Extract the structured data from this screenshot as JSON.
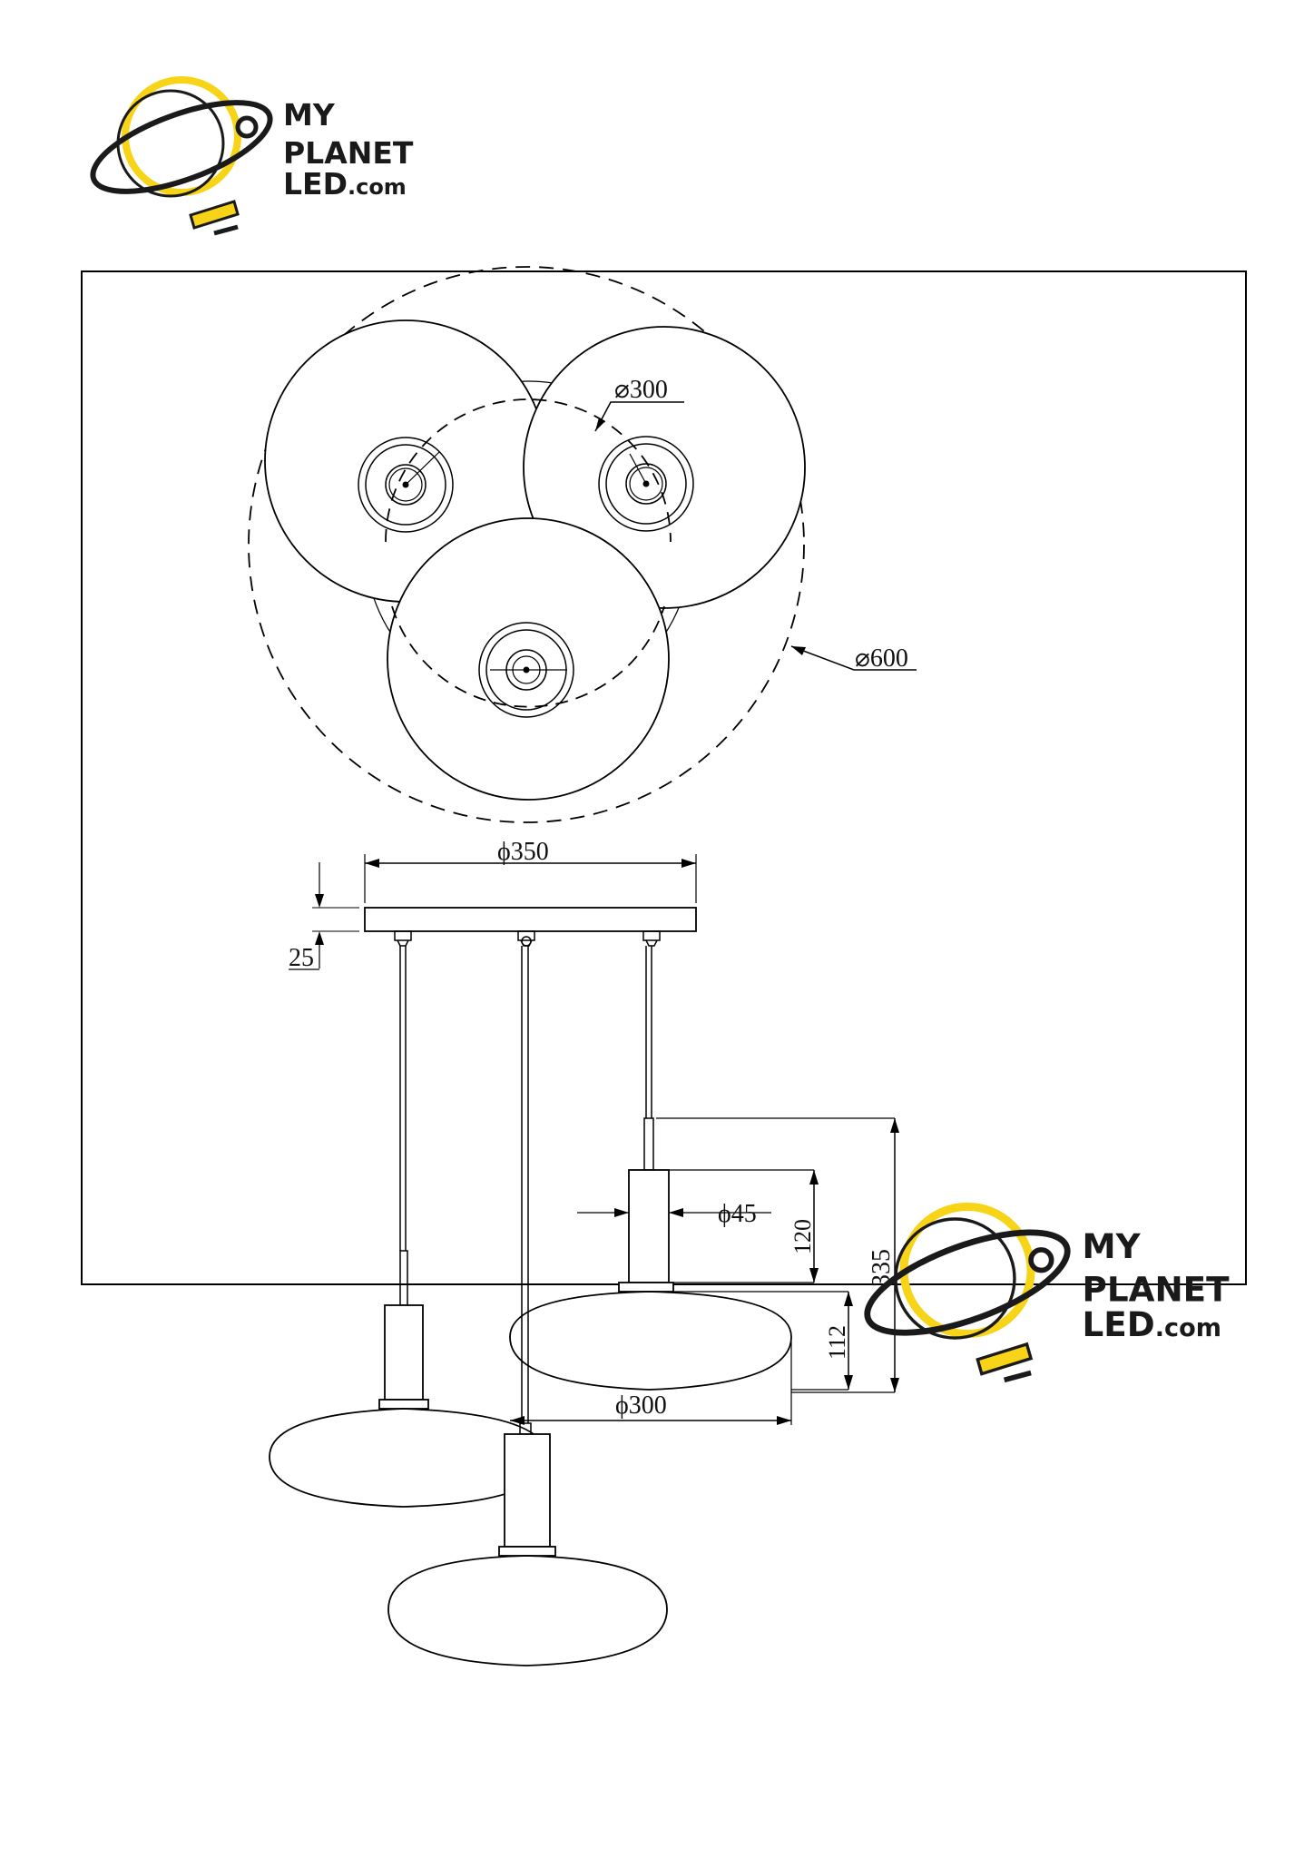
{
  "brand": {
    "line1": "MY",
    "line2": "PLANET",
    "line3_main": "LED",
    "line3_suffix": ".com",
    "colors": {
      "yellow": "#F7D417",
      "dark": "#1a1a1a"
    }
  },
  "dimensions": {
    "top_small_diameter": "⌀300",
    "top_outer_diameter": "⌀600",
    "canopy_diameter": "ϕ350",
    "canopy_height": "25",
    "socket_diameter": "ϕ45",
    "socket_height": "120",
    "drop_height": "335",
    "shade_height": "112",
    "shade_diameter": "ϕ300"
  }
}
